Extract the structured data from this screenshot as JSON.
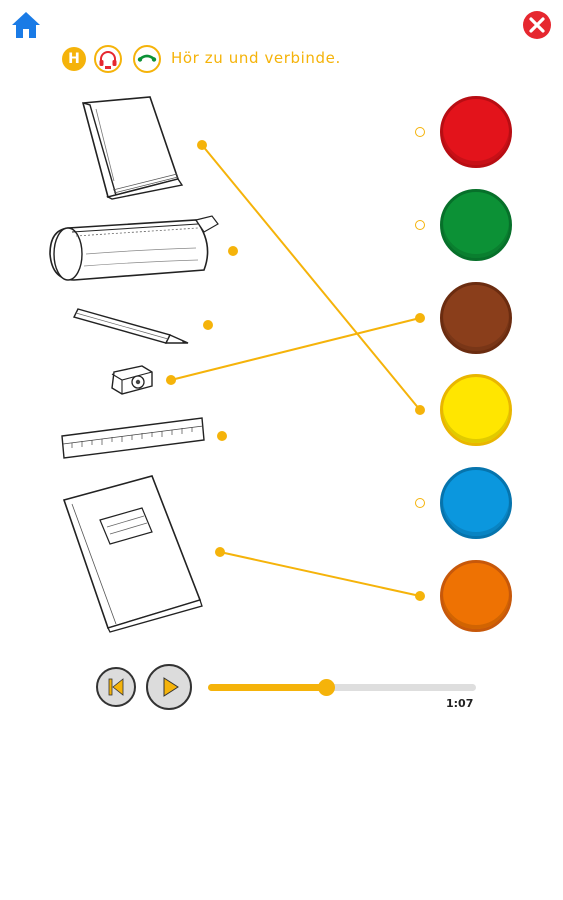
{
  "header": {
    "home_icon": "home-icon",
    "close_icon": "close-icon",
    "home_color": "#1a7be6",
    "close_color": "#e6272f"
  },
  "instruction": {
    "badge_letter": "H",
    "audio_icon": "headphones-icon",
    "connect_icon": "connect-line-icon",
    "text": "Hör zu und verbinde.",
    "accent": "#f5b30a"
  },
  "items": [
    {
      "id": "book",
      "icon": "book-icon"
    },
    {
      "id": "pencil-case",
      "icon": "pencil-case-icon"
    },
    {
      "id": "pencil",
      "icon": "pencil-icon"
    },
    {
      "id": "sharpener",
      "icon": "sharpener-icon"
    },
    {
      "id": "ruler",
      "icon": "ruler-icon"
    },
    {
      "id": "exercise-book",
      "icon": "exercise-book-icon"
    }
  ],
  "colors": [
    {
      "id": "red",
      "fill": "#e3131b",
      "border": "#b80d13",
      "connected": false
    },
    {
      "id": "green",
      "fill": "#0c9136",
      "border": "#07702a",
      "connected": false
    },
    {
      "id": "brown",
      "fill": "#8a3e1b",
      "border": "#6b2c10",
      "connected": true
    },
    {
      "id": "yellow",
      "fill": "#ffe600",
      "border": "#e9b600",
      "connected": true
    },
    {
      "id": "blue",
      "fill": "#0b97de",
      "border": "#0674ad",
      "connected": false
    },
    {
      "id": "orange",
      "fill": "#ee7203",
      "border": "#c7580a",
      "connected": true
    }
  ],
  "connections": [
    {
      "item": "book",
      "color": "yellow"
    },
    {
      "item": "sharpener",
      "color": "brown"
    },
    {
      "item": "exercise-book",
      "color": "orange"
    }
  ],
  "player": {
    "prev_icon": "skip-back-icon",
    "play_icon": "play-icon",
    "progress": 0.44,
    "time": "1:07",
    "accent": "#f5b30a"
  }
}
